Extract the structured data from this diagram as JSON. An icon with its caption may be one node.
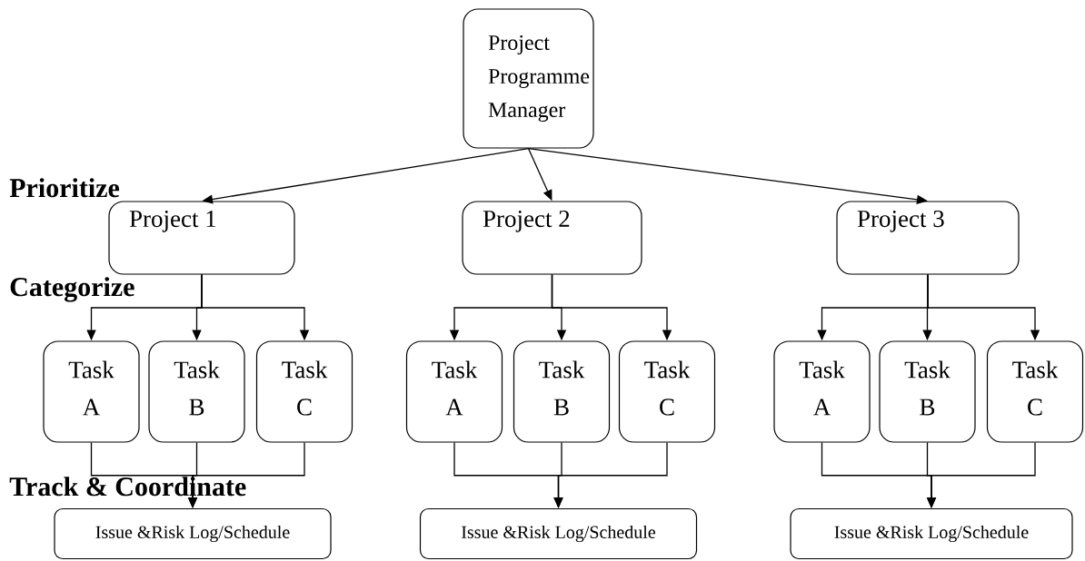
{
  "diagram": {
    "nodes": [
      {
        "text": [
          "Project Programme Manager"
        ]
      },
      {
        "text": [
          "Project 1"
        ]
      },
      {
        "text": [
          "Project 2"
        ]
      },
      {
        "text": [
          "Project 3"
        ]
      },
      {
        "text": [
          "Task A"
        ]
      },
      {
        "text": [
          "Task B"
        ]
      },
      {
        "text": [
          "Task C"
        ]
      },
      {
        "text": [
          "Task A"
        ]
      },
      {
        "text": [
          "Task B"
        ]
      },
      {
        "text": [
          "Task C"
        ]
      },
      {
        "text": [
          "Task A"
        ]
      },
      {
        "text": [
          "Task B"
        ]
      },
      {
        "text": [
          "Task C"
        ]
      },
      {
        "text": [
          "Issue &Risk Log/Schedule"
        ]
      },
      {
        "text": [
          "Issue &Risk Log/Schedule"
        ]
      },
      {
        "text": [
          "Issue &Risk Log/Schedule"
        ]
      }
    ],
    "edges": [
      {
        "from": 0,
        "to": 1,
        "arrow": "to"
      },
      {
        "from": 0,
        "to": 2,
        "arrow": "to"
      },
      {
        "from": 0,
        "to": 3,
        "arrow": "to"
      },
      {
        "from": 1,
        "to": 4,
        "arrow": "to"
      },
      {
        "from": 1,
        "to": 5,
        "arrow": "to"
      },
      {
        "from": 1,
        "to": 6,
        "arrow": "to"
      },
      {
        "from": 2,
        "to": 7,
        "arrow": "to"
      },
      {
        "from": 2,
        "to": 8,
        "arrow": "to"
      },
      {
        "from": 2,
        "to": 9,
        "arrow": "to"
      },
      {
        "from": 3,
        "to": 10,
        "arrow": "to"
      },
      {
        "from": 3,
        "to": 11,
        "arrow": "to"
      },
      {
        "from": 3,
        "to": 12,
        "arrow": "to"
      },
      {
        "from": 4,
        "to": 13,
        "arrow": "to"
      },
      {
        "from": 5,
        "to": 13,
        "arrow": "to"
      },
      {
        "from": 6,
        "to": 13,
        "arrow": "to"
      },
      {
        "from": 7,
        "to": 14,
        "arrow": "to"
      },
      {
        "from": 8,
        "to": 14,
        "arrow": "to"
      },
      {
        "from": 9,
        "to": 14,
        "arrow": "to"
      },
      {
        "from": 10,
        "to": 15,
        "arrow": "to"
      },
      {
        "from": 11,
        "to": 15,
        "arrow": "to"
      },
      {
        "from": 12,
        "to": 15,
        "arrow": "to"
      }
    ],
    "labels": [
      "Prioritize",
      "Categorize",
      "Track & Coordinate"
    ]
  }
}
